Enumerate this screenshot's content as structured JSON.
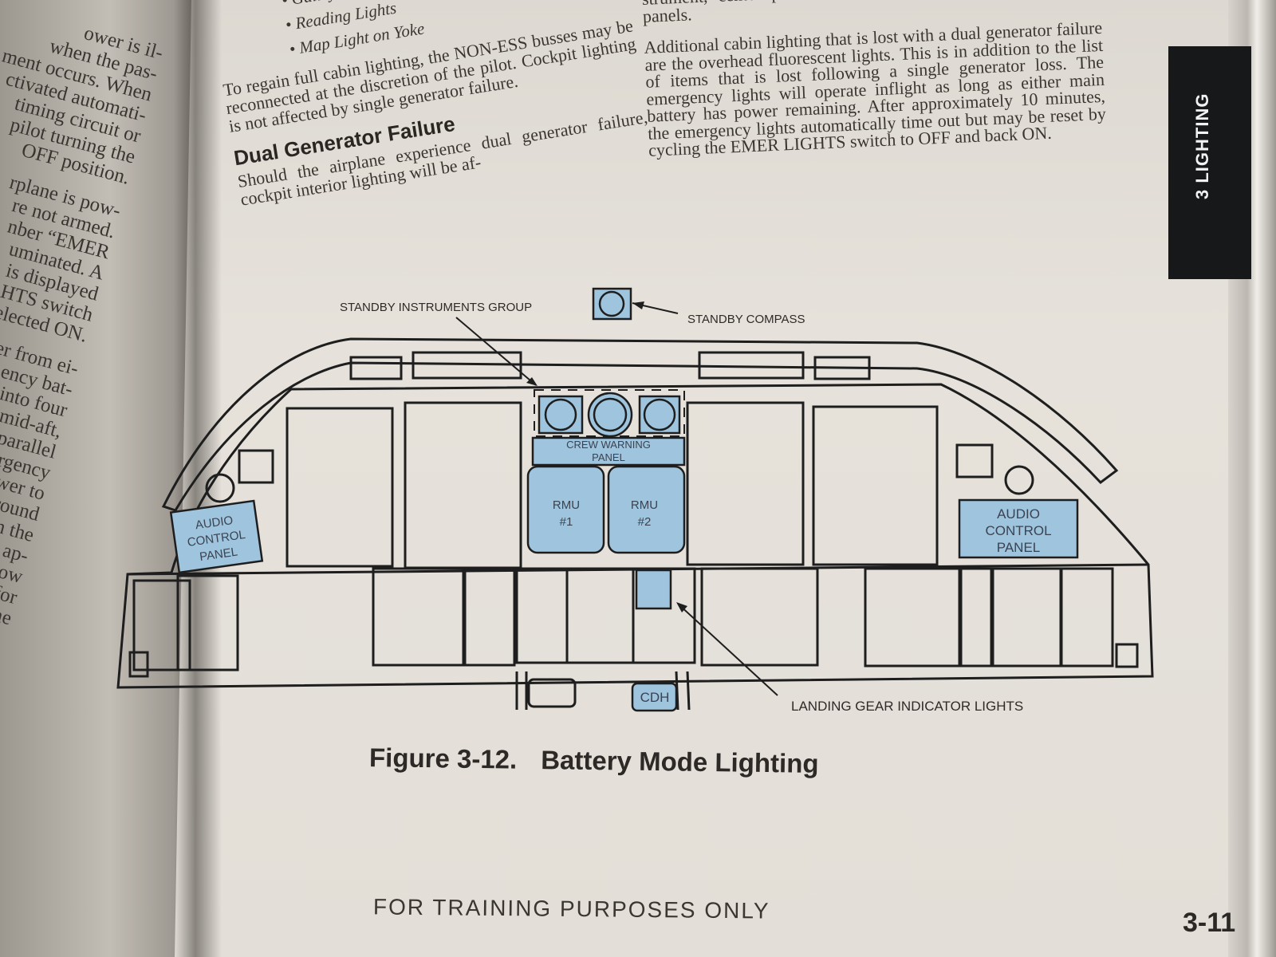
{
  "left_page": {
    "lines_para1": [
      "ower is il-",
      "when the pas-",
      "ment occurs. When",
      "ctivated automati-",
      "timing circuit or",
      "pilot turning the",
      "OFF position."
    ],
    "lines_para2": [
      "rplane is pow-",
      "re not armed.",
      "nber “EMER",
      "uminated. A",
      "is displayed",
      "HTS switch",
      "elected ON."
    ],
    "lines_para3": [
      "er from ei-",
      "ency bat-",
      "into four",
      "mid-aft,",
      "parallel",
      "ergency",
      "ower to",
      "ground",
      "on the",
      "or ap-",
      "allow",
      "n for",
      "one"
    ]
  },
  "middle_column": {
    "bullets": [
      "Galley Lights",
      "Reading Lights",
      "Map Light on Yoke"
    ],
    "paragraph1": "To regain full cabin lighting, the NON-ESS busses may be reconnected at the discretion of the pilot. Cockpit lighting is not affected by single generator failure.",
    "heading": "Dual Generator Failure",
    "paragraph2": "Should the airplane experience dual generator failure, cockpit interior lighting will be af-"
  },
  "right_column": {
    "continuation": "strument, center pedestal, and left and right circuit breaker panels.",
    "paragraph": "Additional cabin lighting that is lost with a dual generator failure are the overhead fluorescent lights. This is in addition to the list of items that is lost following a single generator loss. The emergency lights will operate inflight as long as either main battery has power remaining. After approximately 10 minutes, the emergency lights automatically time out but may be reset by cycling the EMER LIGHTS switch to OFF and back ON."
  },
  "tab": {
    "label": "3  LIGHTING"
  },
  "figure": {
    "labels": {
      "standby_instruments": "STANDBY INSTRUMENTS GROUP",
      "standby_compass": "STANDBY COMPASS",
      "crew_warning_line1": "CREW WARNING",
      "crew_warning_line2": "PANEL",
      "rmu1_line1": "RMU",
      "rmu1_line2": "#1",
      "rmu2_line1": "RMU",
      "rmu2_line2": "#2",
      "audio_left_line1": "AUDIO",
      "audio_left_line2": "CONTROL",
      "audio_left_line3": "PANEL",
      "audio_right_line1": "AUDIO",
      "audio_right_line2": "CONTROL",
      "audio_right_line3": "PANEL",
      "cdh": "CDH",
      "landing_gear": "LANDING GEAR INDICATOR LIGHTS"
    },
    "highlight_color": "#9fc4de",
    "caption_number": "Figure 3-12.",
    "caption_title": "Battery Mode Lighting"
  },
  "footer": "FOR TRAINING PURPOSES ONLY",
  "page_number": "3-11"
}
